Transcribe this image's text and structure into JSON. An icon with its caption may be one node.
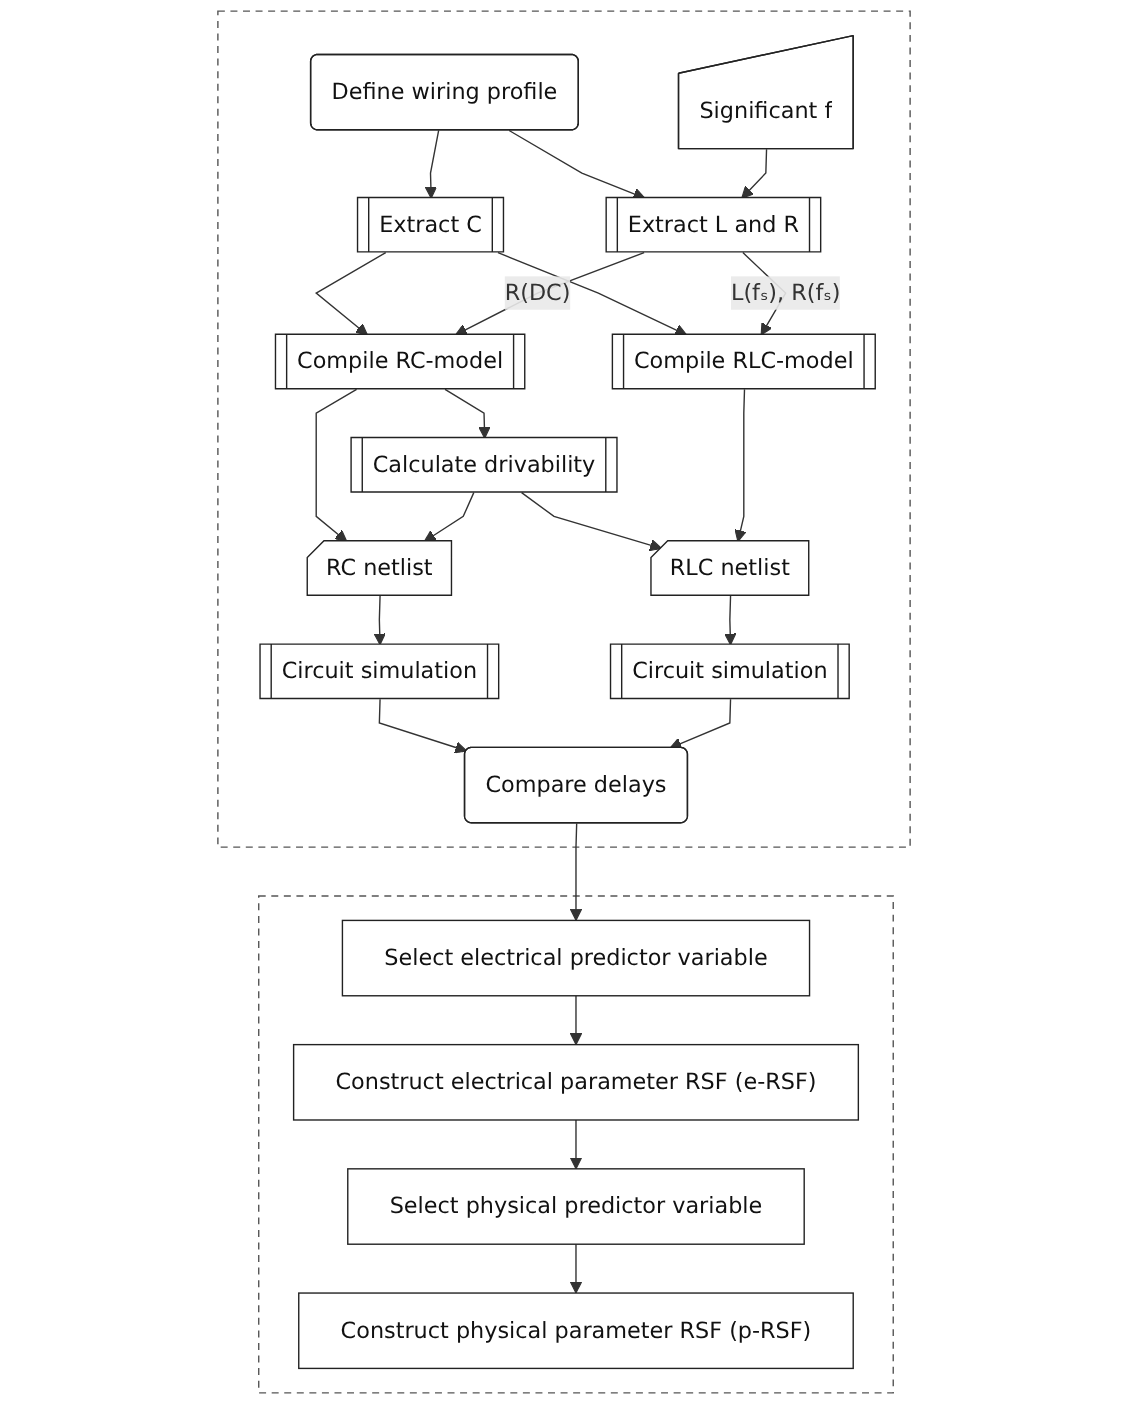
{
  "diagram": {
    "nodes": [
      {
        "text": [],
        "shape": "box"
      },
      {
        "text": [
          "Define wiring profile"
        ],
        "in": 0
      },
      {
        "text": [
          "Significant f"
        ],
        "in": 0
      },
      {
        "text": [
          "Extract C"
        ],
        "in": 0
      },
      {
        "text": [
          "Extract L and R"
        ],
        "in": 0
      },
      {
        "text": [
          "Compile RC-model"
        ],
        "in": 0
      },
      {
        "text": [
          "Compile RLC-model"
        ],
        "in": 0
      },
      {
        "text": [
          "Calculate drivability"
        ],
        "in": 0
      },
      {
        "text": [
          "RC netlist"
        ],
        "in": 0
      },
      {
        "text": [
          "RLC netlist"
        ],
        "in": 0
      },
      {
        "text": [
          "Circuit simulation"
        ],
        "in": 0
      },
      {
        "text": [
          "Circuit simulation"
        ],
        "in": 0
      },
      {
        "text": [
          "Compare delays"
        ],
        "in": 0
      },
      {
        "text": [],
        "shape": "box"
      },
      {
        "text": [
          "Select electrical predictor variable"
        ],
        "in": 13
      },
      {
        "text": [
          "Construct electrical parameter RSF (e-RSF)"
        ],
        "in": 13
      },
      {
        "text": [
          "Select physical predictor variable"
        ],
        "in": 13
      },
      {
        "text": [
          "Construct physical parameter RSF (p-RSF)"
        ],
        "in": 13
      }
    ],
    "edges": [
      {
        "from": 1,
        "to": 3,
        "arrow": "to"
      },
      {
        "from": 1,
        "to": 4,
        "arrow": "to"
      },
      {
        "from": 2,
        "to": 4,
        "arrow": "to"
      },
      {
        "from": 3,
        "to": 5,
        "arrow": "to"
      },
      {
        "from": 3,
        "to": 6,
        "arrow": "to"
      },
      {
        "from": 4,
        "to": 5,
        "arrow": "to",
        "label": "R(DC)"
      },
      {
        "from": 4,
        "to": 6,
        "arrow": "to",
        "label": "L(fₛ), R(fₛ)"
      },
      {
        "from": 5,
        "to": 7,
        "arrow": "to"
      },
      {
        "from": 5,
        "to": 8,
        "arrow": "to"
      },
      {
        "from": 7,
        "to": 8,
        "arrow": "to"
      },
      {
        "from": 7,
        "to": 9,
        "arrow": "to"
      },
      {
        "from": 6,
        "to": 9,
        "arrow": "to"
      },
      {
        "from": 8,
        "to": 10,
        "arrow": "to"
      },
      {
        "from": 9,
        "to": 11,
        "arrow": "to"
      },
      {
        "from": 10,
        "to": 12,
        "arrow": "to"
      },
      {
        "from": 11,
        "to": 12,
        "arrow": "to"
      },
      {
        "from": 12,
        "to": 14,
        "arrow": "to"
      },
      {
        "from": 14,
        "to": 15,
        "arrow": "to"
      },
      {
        "from": 15,
        "to": 16,
        "arrow": "to"
      },
      {
        "from": 16,
        "to": 17,
        "arrow": "to"
      }
    ]
  }
}
